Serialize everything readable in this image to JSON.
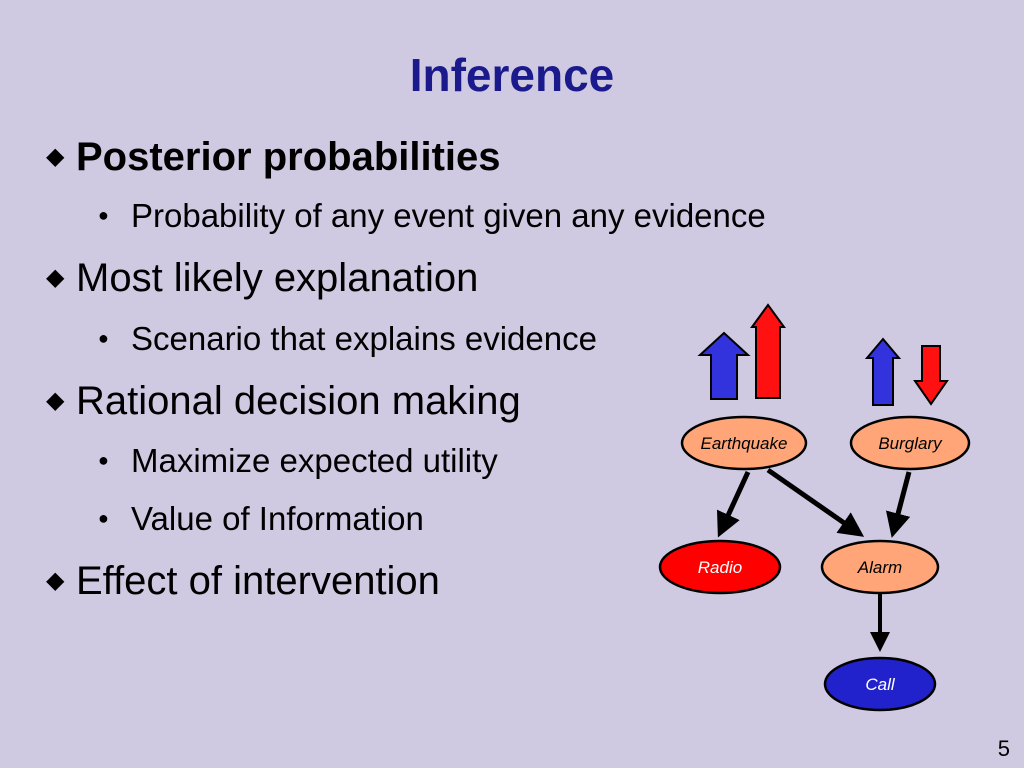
{
  "slide": {
    "title": "Inference",
    "page_number": "5",
    "bullets": [
      {
        "text": "Posterior probabilities",
        "bold": true,
        "sub": [
          "Probability of any event given any evidence"
        ]
      },
      {
        "text": "Most likely explanation",
        "bold": false,
        "sub": [
          "Scenario that explains evidence"
        ]
      },
      {
        "text": "Rational decision making",
        "bold": false,
        "sub": [
          "Maximize expected utility",
          "Value of Information"
        ]
      },
      {
        "text": "Effect of intervention",
        "bold": false,
        "sub": []
      }
    ]
  },
  "diagram": {
    "nodes": {
      "earthquake": {
        "label": "Earthquake",
        "fill": "#ffa577",
        "text_color": "#000000"
      },
      "burglary": {
        "label": "Burglary",
        "fill": "#ffa577",
        "text_color": "#000000"
      },
      "radio": {
        "label": "Radio",
        "fill": "#ff0000",
        "text_color": "#ffffff"
      },
      "alarm": {
        "label": "Alarm",
        "fill": "#ffa577",
        "text_color": "#000000"
      },
      "call": {
        "label": "Call",
        "fill": "#2222cc",
        "text_color": "#ffffff"
      }
    },
    "indicator_arrows": {
      "earthquake_blue": {
        "direction": "up",
        "color": "#3333dd"
      },
      "earthquake_red": {
        "direction": "up",
        "color": "#ff1111"
      },
      "burglary_blue": {
        "direction": "up",
        "color": "#3333dd"
      },
      "burglary_red": {
        "direction": "down",
        "color": "#ff1111"
      }
    }
  }
}
